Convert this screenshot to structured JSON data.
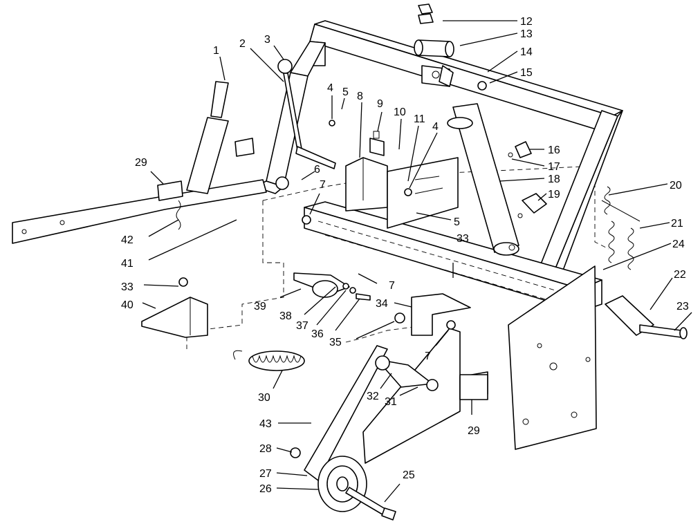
{
  "callouts": [
    {
      "text": "1"
    },
    {
      "text": "2"
    },
    {
      "text": "3"
    },
    {
      "text": "4"
    },
    {
      "text": "5"
    },
    {
      "text": "8"
    },
    {
      "text": "9"
    },
    {
      "text": "10"
    },
    {
      "text": "11"
    },
    {
      "text": "4"
    },
    {
      "text": "12"
    },
    {
      "text": "13"
    },
    {
      "text": "14"
    },
    {
      "text": "15"
    },
    {
      "text": "16"
    },
    {
      "text": "17"
    },
    {
      "text": "18"
    },
    {
      "text": "19"
    },
    {
      "text": "20"
    },
    {
      "text": "21"
    },
    {
      "text": "24"
    },
    {
      "text": "22"
    },
    {
      "text": "23"
    },
    {
      "text": "29"
    },
    {
      "text": "6"
    },
    {
      "text": "7"
    },
    {
      "text": "5"
    },
    {
      "text": "42"
    },
    {
      "text": "41"
    },
    {
      "text": "33"
    },
    {
      "text": "40"
    },
    {
      "text": "33"
    },
    {
      "text": "7"
    },
    {
      "text": "39"
    },
    {
      "text": "38"
    },
    {
      "text": "37"
    },
    {
      "text": "36"
    },
    {
      "text": "34"
    },
    {
      "text": "35"
    },
    {
      "text": "7"
    },
    {
      "text": "30"
    },
    {
      "text": "32"
    },
    {
      "text": "31"
    },
    {
      "text": "29"
    },
    {
      "text": "43"
    },
    {
      "text": "28"
    },
    {
      "text": "27"
    },
    {
      "text": "26"
    },
    {
      "text": "25"
    }
  ]
}
